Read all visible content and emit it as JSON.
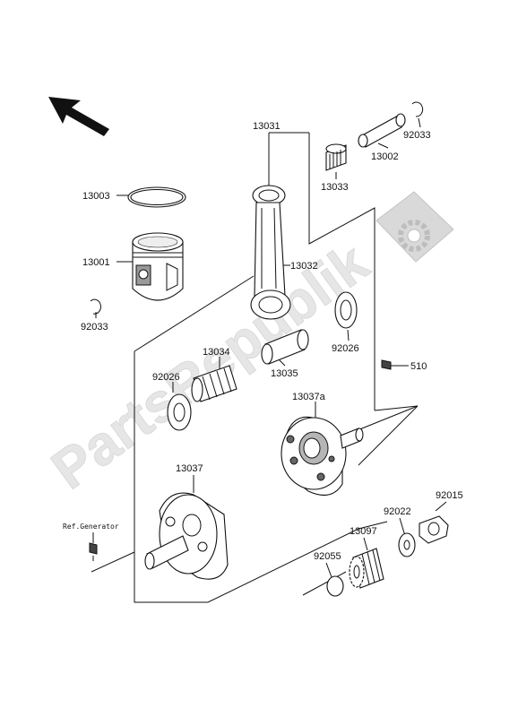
{
  "diagram": {
    "watermark": "PartsRepublik",
    "parts": {
      "p13031": "13031",
      "p13003": "13003",
      "p13001": "13001",
      "p92033_left": "92033",
      "p92033_right": "92033",
      "p13002": "13002",
      "p13033": "13033",
      "p13032": "13032",
      "p92026_right": "92026",
      "p92026_left": "92026",
      "p13034": "13034",
      "p13035": "13035",
      "p510": "510",
      "p13037a": "13037a",
      "p13037": "13037",
      "p92015": "92015",
      "p92022": "92022",
      "p13097": "13097",
      "p92055": "92055"
    },
    "ref_generator": "Ref.Generator"
  }
}
